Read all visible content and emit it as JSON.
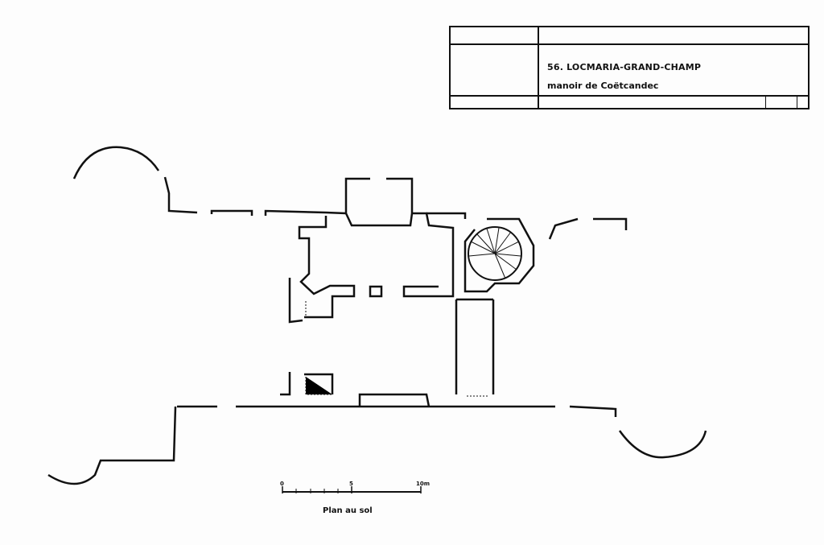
{
  "title_block": {
    "title": "56. LOCMARIA-GRAND-CHAMP",
    "subtitle": "manoir de Coëtcandec"
  },
  "scale_bar": {
    "label_start": "0",
    "label_mid": "5",
    "label_end": "10m"
  },
  "caption": "Plan au sol",
  "colors": {
    "ink": "#111111",
    "paper": "#fdfdfd"
  }
}
